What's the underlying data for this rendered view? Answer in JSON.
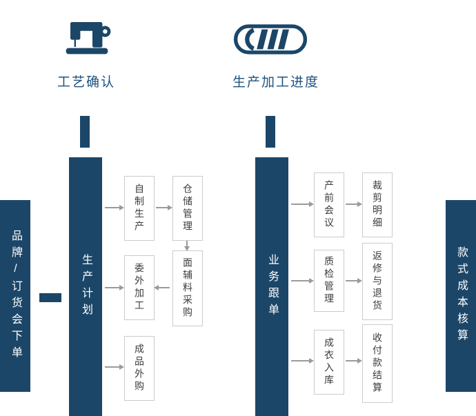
{
  "header": {
    "craft_confirm": {
      "icon": "sewing-machine-icon",
      "label": "工艺确认"
    },
    "production_progress": {
      "icon": "film-roll-icon",
      "label": "生产加工进度"
    }
  },
  "pillars": {
    "order_entry": "品牌/订货会下单",
    "production_plan": "生产计划",
    "merchandising": "业务跟单",
    "cost_accounting": "款式成本核算"
  },
  "boxes": {
    "self_production": "自制生产",
    "warehouse_mgmt": "仓储管理",
    "fabric_purchase": "面辅料采购",
    "outsourced_processing": "委外加工",
    "finished_goods_purchase": "成品外购",
    "pre_production_meeting": "产前会议",
    "cutting_detail": "裁剪明细",
    "quality_mgmt": "质检管理",
    "repair_and_return": "返修与退货",
    "garment_inbound": "成衣入库",
    "payment_settlement": "收付款结算"
  },
  "colors": {
    "primary": "#1b4668",
    "label_text": "#1c5180",
    "box_border": "#cbcbcb",
    "box_text": "#3c3c3c",
    "arrow": "#9a9a9a"
  }
}
